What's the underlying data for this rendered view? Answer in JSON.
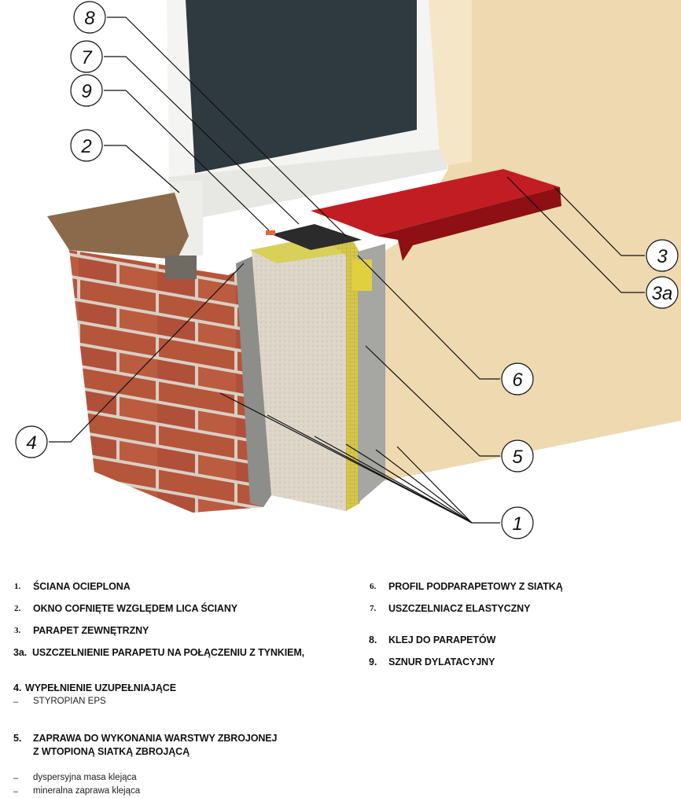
{
  "callouts": [
    "8",
    "7",
    "9",
    "2",
    "3",
    "3a",
    "6",
    "5",
    "4",
    "1"
  ],
  "legend_left": [
    {
      "num": "1.",
      "text": "ŚCIANA OCIEPLONA"
    },
    {
      "num": "2.",
      "text": "OKNO COFNIĘTE WZGLĘDEM LICA ŚCIANY"
    },
    {
      "num": "3.",
      "text": "PARAPET ZEWNĘTRZNY"
    },
    {
      "num": "3a.",
      "text": "USZCZELNIENIE PARAPETU NA POŁĄCZENIU Z TYNKIEM,"
    },
    {
      "num": "4.",
      "text": "WYPEŁNIENIE UZUPEŁNIAJĄCE",
      "subs": [
        "STYROPIAN EPS"
      ]
    },
    {
      "num": "5.",
      "text": "ZAPRAWA DO WYKONANIA WARSTWY ZBROJONEJ",
      "text2": "Z WTOPIONĄ SIATKĄ ZBROJĄCĄ",
      "subs": [
        "dyspersyjna masa klejąca",
        "mineralna zaprawa klejąca"
      ]
    }
  ],
  "legend_right": [
    {
      "num": "6.",
      "text": "PROFIL PODPARAPETOWY Z SIATKĄ"
    },
    {
      "num": "7.",
      "text": "USZCZELNIACZ ELASTYCZNY"
    },
    {
      "num": "8.",
      "text": "KLEJ DO PARAPETÓW"
    },
    {
      "num": "9.",
      "text": "SZNUR DYLATACYJNY"
    }
  ],
  "dash": "–",
  "colors": {
    "sill": "#b3141b",
    "brick": "#b5553a",
    "wall": "#efd9b0",
    "eps": "#ddd6c8",
    "mesh": "#d6c84a",
    "glass": "#2f3a40"
  }
}
